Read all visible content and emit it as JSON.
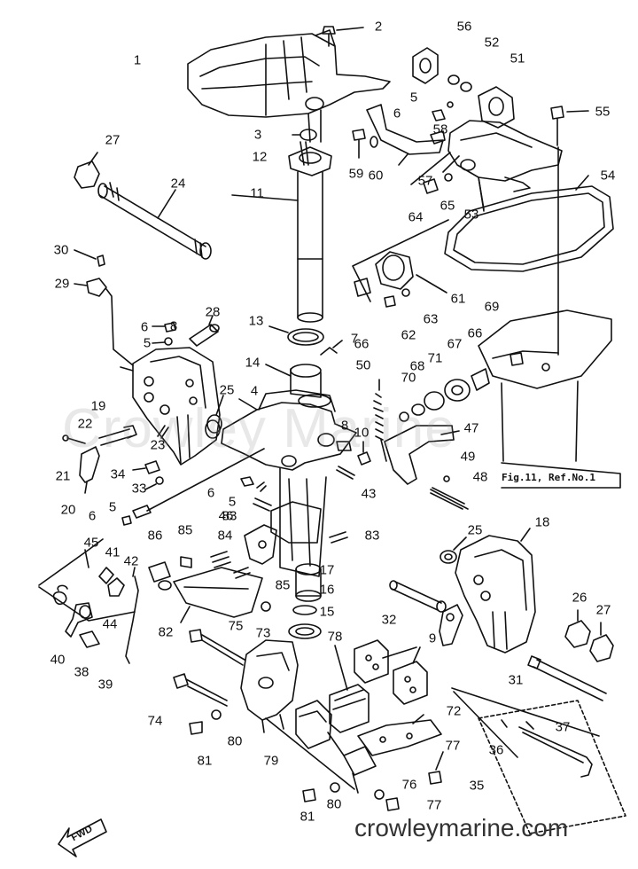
{
  "diagram": {
    "part_labels": [
      "1",
      "2",
      "3",
      "4",
      "5",
      "5",
      "5",
      "5",
      "6",
      "6",
      "6",
      "6",
      "7",
      "8",
      "8",
      "9",
      "10",
      "11",
      "12",
      "13",
      "14",
      "15",
      "16",
      "17",
      "18",
      "19",
      "20",
      "21",
      "22",
      "23",
      "24",
      "25",
      "25",
      "26",
      "27",
      "27",
      "28",
      "29",
      "30",
      "31",
      "32",
      "33",
      "34",
      "35",
      "36",
      "37",
      "38",
      "39",
      "40",
      "41",
      "42",
      "43",
      "44",
      "45",
      "46",
      "47",
      "48",
      "49",
      "50",
      "51",
      "52",
      "53",
      "54",
      "55",
      "56",
      "57",
      "58",
      "59",
      "60",
      "61",
      "62",
      "63",
      "64",
      "65",
      "66",
      "66",
      "67",
      "68",
      "69",
      "70",
      "71",
      "72",
      "73",
      "74",
      "75",
      "76",
      "77",
      "77",
      "78",
      "79",
      "80",
      "80",
      "81",
      "81",
      "82",
      "83",
      "83",
      "84",
      "85",
      "85",
      "86"
    ],
    "reference_note": "Fig.11, Ref.No.1",
    "watermark": "Crowley Marine",
    "website": "crowleymarine.com",
    "direction_badge": "FWD"
  }
}
